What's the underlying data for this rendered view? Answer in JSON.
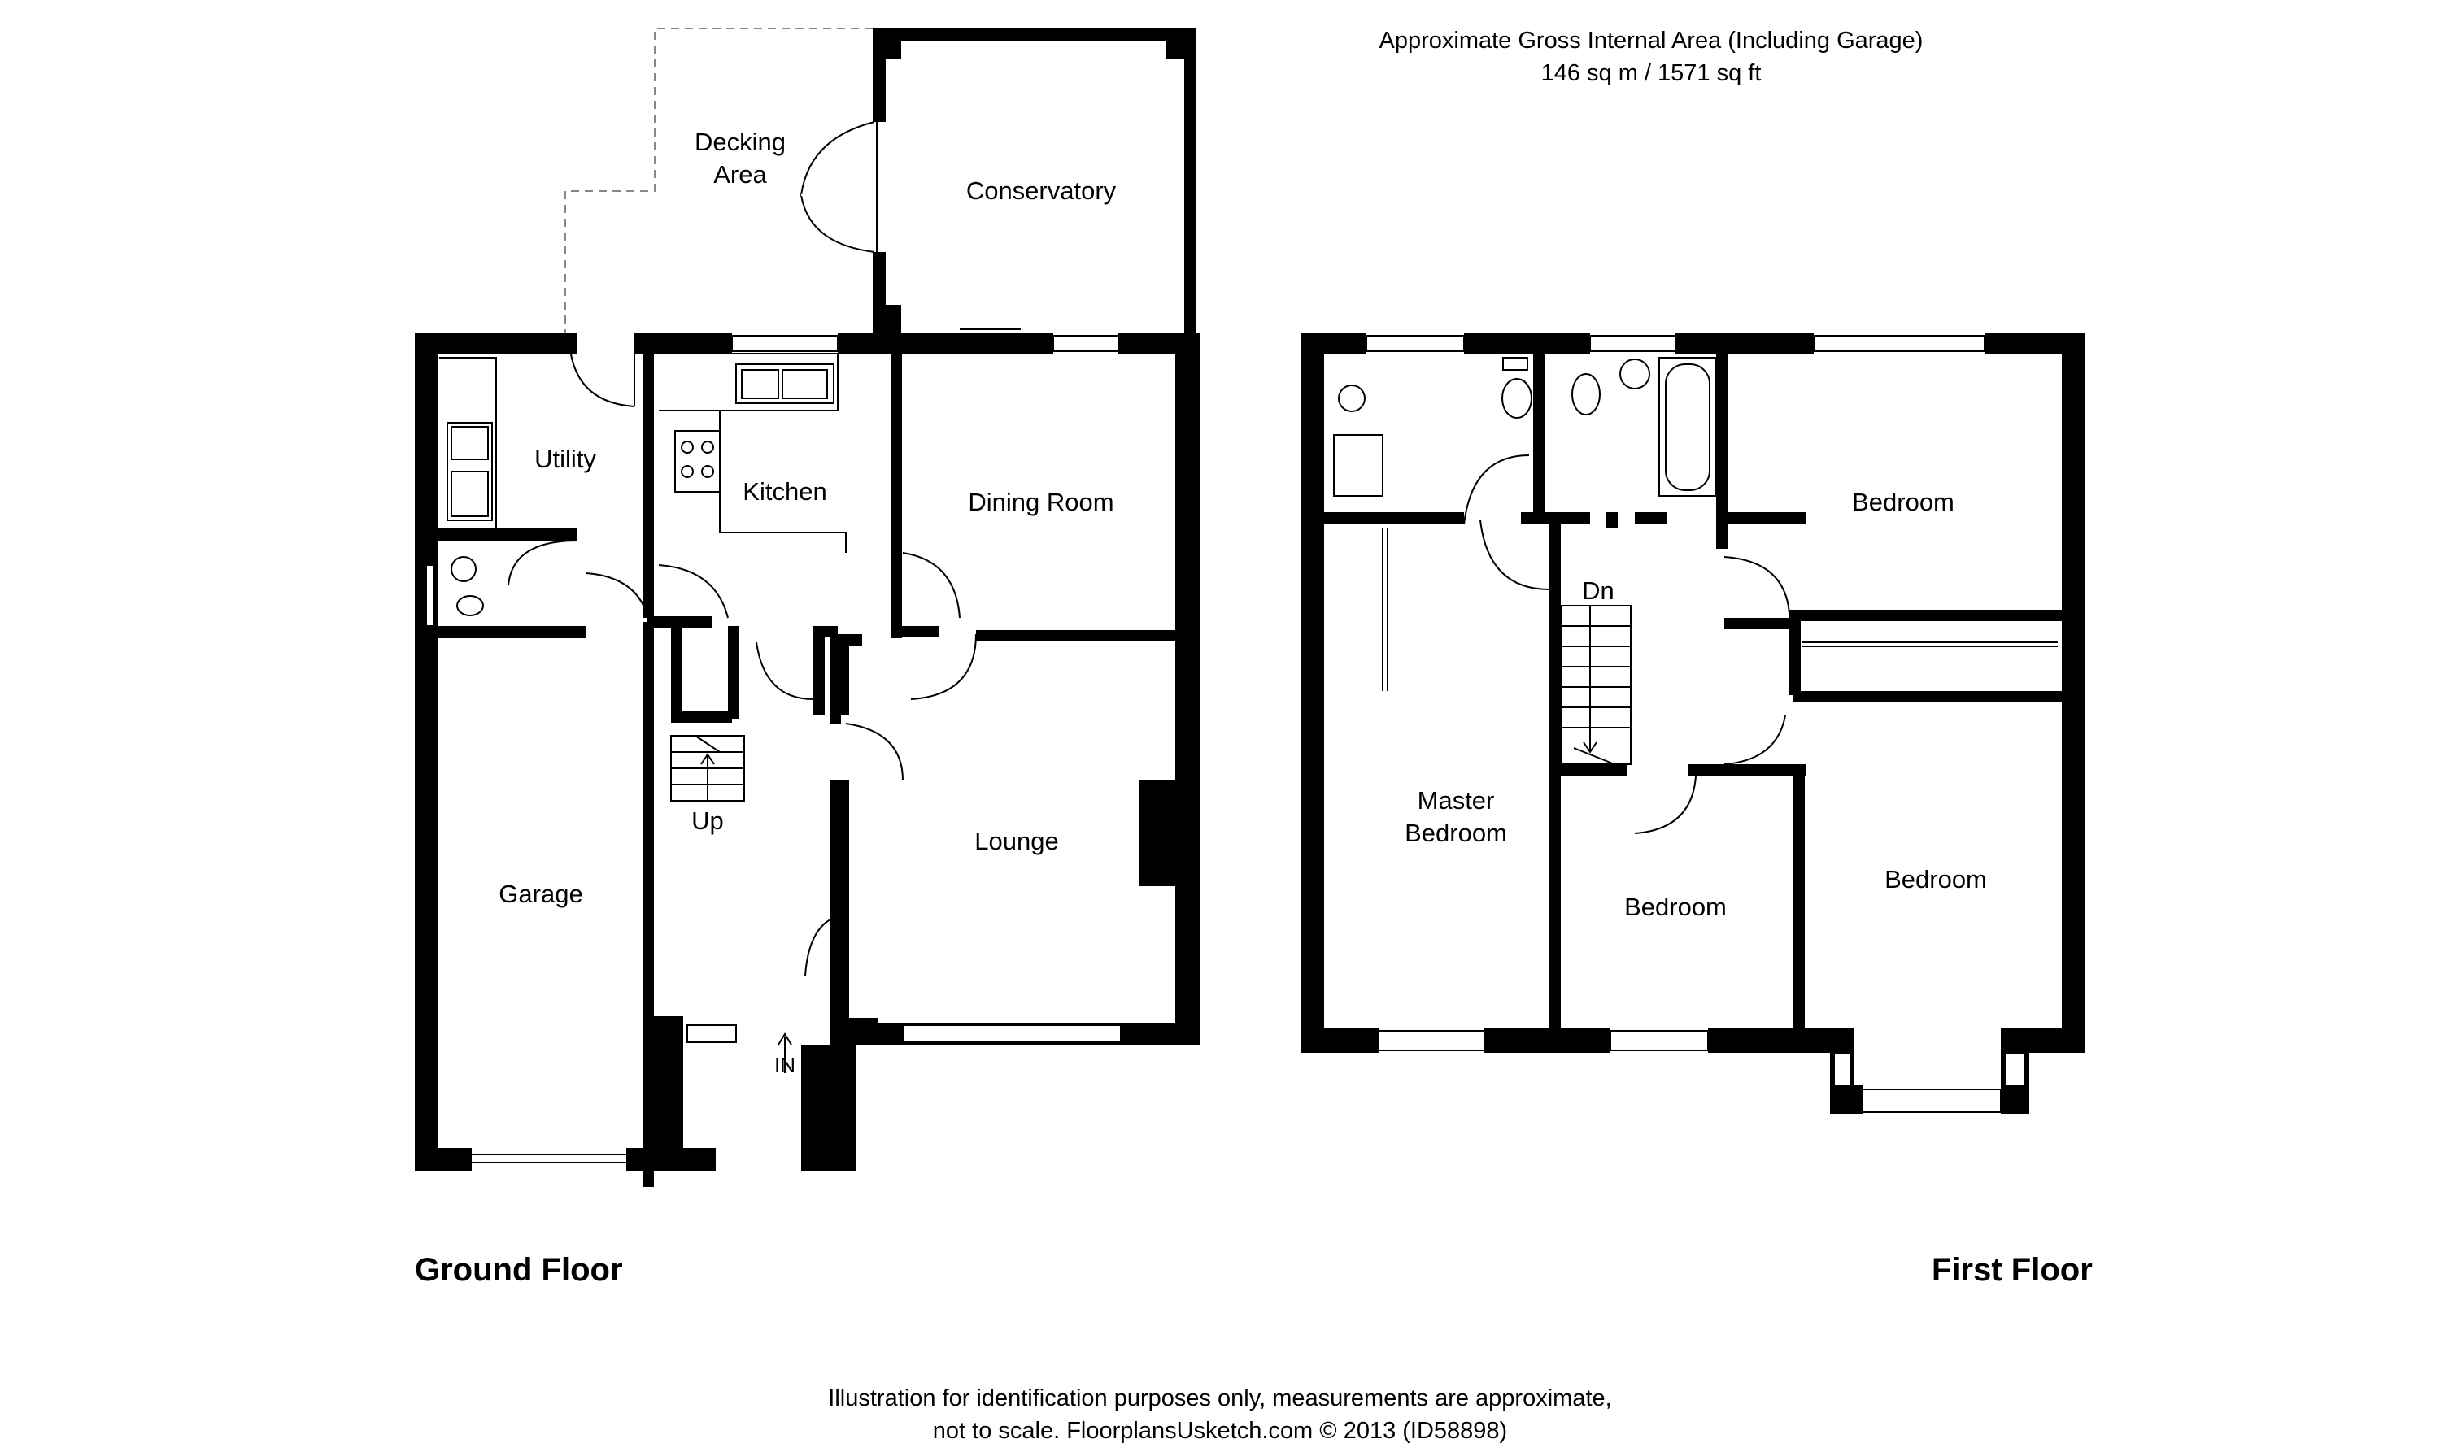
{
  "area": {
    "line1": "Approximate Gross Internal Area (Including Garage)",
    "line2": "146 sq m / 1571 sq ft"
  },
  "ground_floor": {
    "title": "Ground Floor",
    "rooms": {
      "decking": "Decking\nArea",
      "conservatory": "Conservatory",
      "utility": "Utility",
      "kitchen": "Kitchen",
      "dining": "Dining Room",
      "lounge": "Lounge",
      "garage": "Garage",
      "up": "Up",
      "entrance": "IN"
    }
  },
  "first_floor": {
    "title": "First Floor",
    "rooms": {
      "bedroom_top_right": "Bedroom",
      "master": "Master\nBedroom",
      "bedroom_middle": "Bedroom",
      "bedroom_right": "Bedroom",
      "down": "Dn"
    }
  },
  "disclaimer": {
    "line1": "Illustration for identification purposes only, measurements are approximate,",
    "line2": "not to scale. FloorplansUsketch.com © 2013 (ID58898)"
  }
}
